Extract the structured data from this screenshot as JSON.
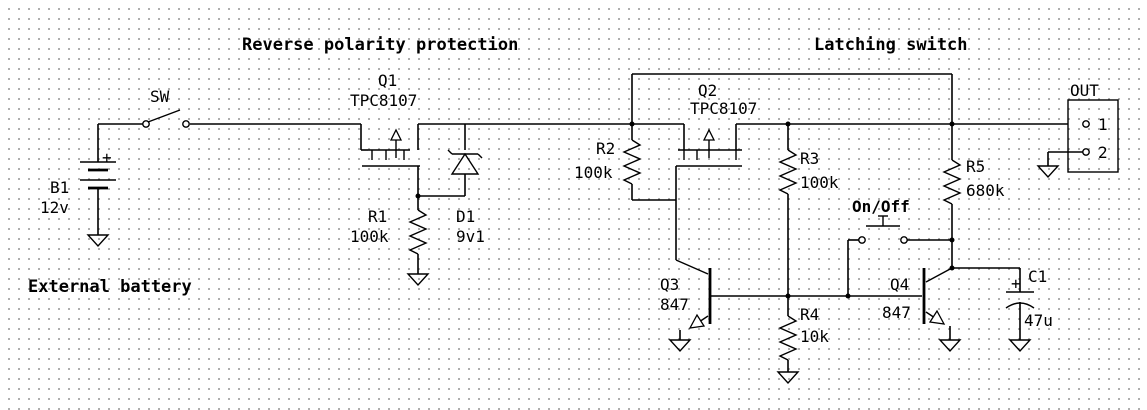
{
  "sections": {
    "reverse_polarity": "Reverse polarity protection",
    "latching_switch": "Latching switch",
    "external_battery": "External battery"
  },
  "components": {
    "battery": {
      "ref": "B1",
      "value": "12v",
      "polarity": "+"
    },
    "switch": {
      "ref": "SW"
    },
    "q1": {
      "ref": "Q1",
      "part": "TPC8107"
    },
    "q2": {
      "ref": "Q2",
      "part": "TPC8107"
    },
    "r1": {
      "ref": "R1",
      "value": "100k"
    },
    "d1": {
      "ref": "D1",
      "value": "9v1"
    },
    "r2": {
      "ref": "R2",
      "value": "100k"
    },
    "r3": {
      "ref": "R3",
      "value": "100k"
    },
    "r4": {
      "ref": "R4",
      "value": "10k"
    },
    "r5": {
      "ref": "R5",
      "value": "680k"
    },
    "q3": {
      "ref": "Q3",
      "part": "847"
    },
    "q4": {
      "ref": "Q4",
      "part": "847"
    },
    "c1": {
      "ref": "C1",
      "value": "47u",
      "polarity": "+"
    },
    "pushbutton": {
      "label": "On/Off"
    },
    "connector": {
      "ref": "OUT",
      "pins": [
        "1",
        "2"
      ]
    }
  }
}
